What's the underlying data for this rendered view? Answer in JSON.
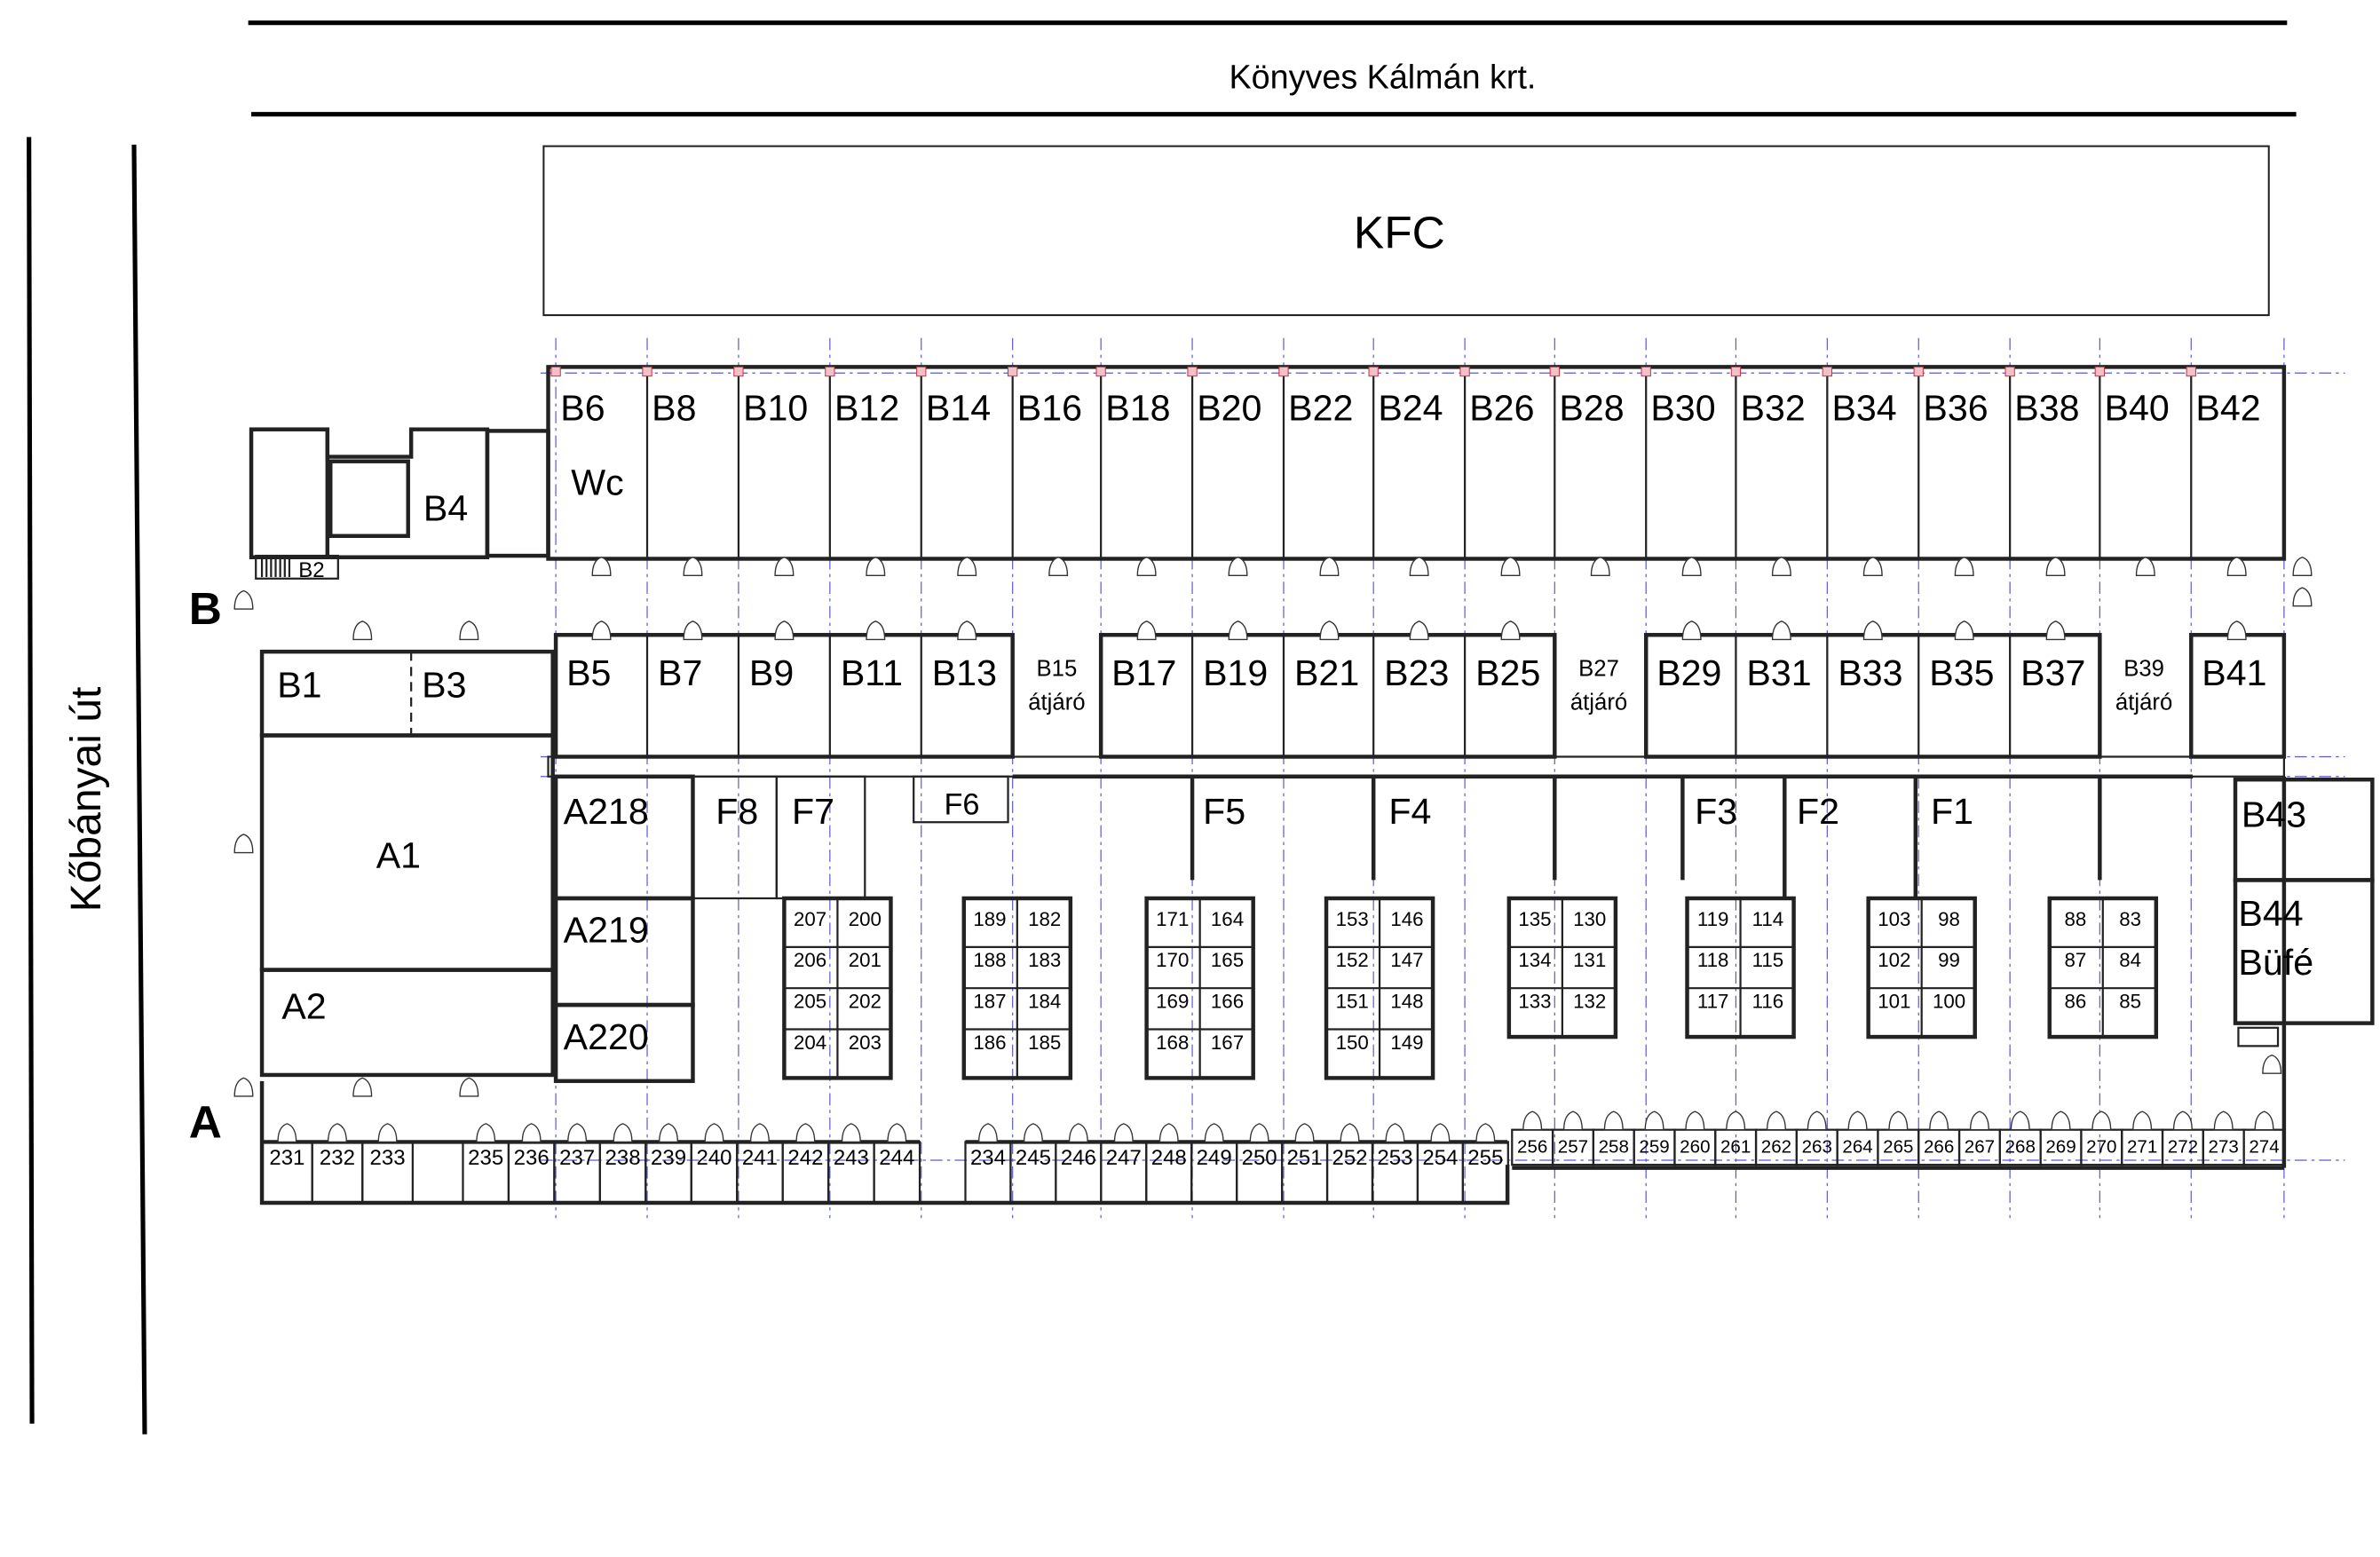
{
  "streets": {
    "top": "Könyves Kálmán krt.",
    "left": "Kőbányai út"
  },
  "entrances": {
    "b": "B",
    "a": "A"
  },
  "kfc": "KFC",
  "b_top_row": [
    "B6",
    "B8",
    "B10",
    "B12",
    "B14",
    "B16",
    "B18",
    "B20",
    "B22",
    "B24",
    "B26",
    "B28",
    "B30",
    "B32",
    "B34",
    "B36",
    "B38",
    "B40",
    "B42"
  ],
  "wc": "Wc",
  "b_mid_row": [
    "B5",
    "B7",
    "B9",
    "B11",
    "B13",
    "B15",
    "B17",
    "B19",
    "B21",
    "B23",
    "B25",
    "B27",
    "B29",
    "B31",
    "B33",
    "B35",
    "B37",
    "B39",
    "B41"
  ],
  "passage": "átjáró",
  "left_block": {
    "b4": "B4",
    "b2": "B2",
    "b1": "B1",
    "b3": "B3",
    "a1": "A1",
    "a2": "A2",
    "a218": "A218",
    "a219": "A219",
    "a220": "A220"
  },
  "f_units": [
    "F8",
    "F7",
    "F6",
    "F5",
    "F4",
    "F3",
    "F2",
    "F1"
  ],
  "right_block": {
    "b43": "B43",
    "b44": "B44",
    "bufe": "Büfé"
  },
  "kiosk_clusters": [
    {
      "left": [
        "207",
        "206",
        "205",
        "204"
      ],
      "right": [
        "200",
        "201",
        "202",
        "203"
      ]
    },
    {
      "left": [
        "189",
        "188",
        "187",
        "186"
      ],
      "right": [
        "182",
        "183",
        "184",
        "185"
      ]
    },
    {
      "left": [
        "171",
        "170",
        "169",
        "168"
      ],
      "right": [
        "164",
        "165",
        "166",
        "167"
      ]
    },
    {
      "left": [
        "153",
        "152",
        "151",
        "150"
      ],
      "right": [
        "146",
        "147",
        "148",
        "149"
      ]
    },
    {
      "left": [
        "135",
        "134",
        "133"
      ],
      "right": [
        "130",
        "131",
        "132"
      ]
    },
    {
      "left": [
        "119",
        "118",
        "117"
      ],
      "right": [
        "114",
        "115",
        "116"
      ]
    },
    {
      "left": [
        "103",
        "102",
        "101"
      ],
      "right": [
        "98",
        "99",
        "100"
      ]
    },
    {
      "left": [
        "88",
        "87",
        "86"
      ],
      "right": [
        "83",
        "84",
        "85"
      ]
    }
  ],
  "bottom_row_left_a": [
    "231",
    "232",
    "233"
  ],
  "bottom_row_left_b": [
    "235",
    "236",
    "237",
    "238",
    "239",
    "240",
    "241",
    "242",
    "243",
    "244"
  ],
  "bottom_row_mid": [
    "234",
    "245",
    "246",
    "247",
    "248",
    "249",
    "250",
    "251",
    "252",
    "253",
    "254",
    "255"
  ],
  "bottom_row_right": [
    "256",
    "257",
    "258",
    "259",
    "260",
    "261",
    "262",
    "263",
    "264",
    "265",
    "266",
    "267",
    "268",
    "269",
    "270",
    "271",
    "272",
    "273",
    "274"
  ]
}
